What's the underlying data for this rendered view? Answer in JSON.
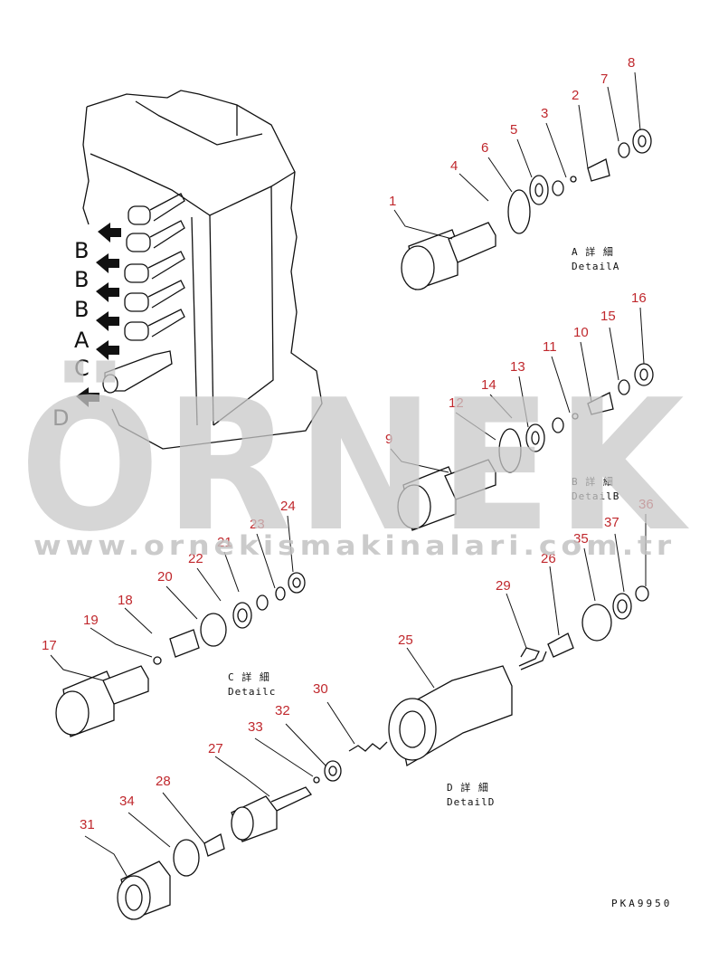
{
  "watermark": {
    "text": "ÖRNEK",
    "url": "www.ornekismakinalari.com.tr"
  },
  "view_letters": [
    "B",
    "B",
    "B",
    "A",
    "C",
    "D"
  ],
  "details": [
    {
      "jp": "A 詳 細",
      "en": "DetailA"
    },
    {
      "jp": "B 詳 細",
      "en": "DetailB"
    },
    {
      "jp": "C 詳 細",
      "en": "Detailc"
    },
    {
      "jp": "D 詳 細",
      "en": "DetailD"
    }
  ],
  "drawing_code": "PKA9950",
  "callouts": [
    "1",
    "2",
    "3",
    "4",
    "5",
    "6",
    "7",
    "8",
    "9",
    "10",
    "11",
    "12",
    "13",
    "14",
    "15",
    "16",
    "17",
    "18",
    "19",
    "20",
    "21",
    "22",
    "23",
    "24",
    "25",
    "26",
    "27",
    "28",
    "29",
    "30",
    "31",
    "32",
    "33",
    "34",
    "35",
    "36",
    "37"
  ],
  "colors": {
    "callout": "#c0282d",
    "line": "#111111",
    "watermark": "#c9c9c9"
  }
}
